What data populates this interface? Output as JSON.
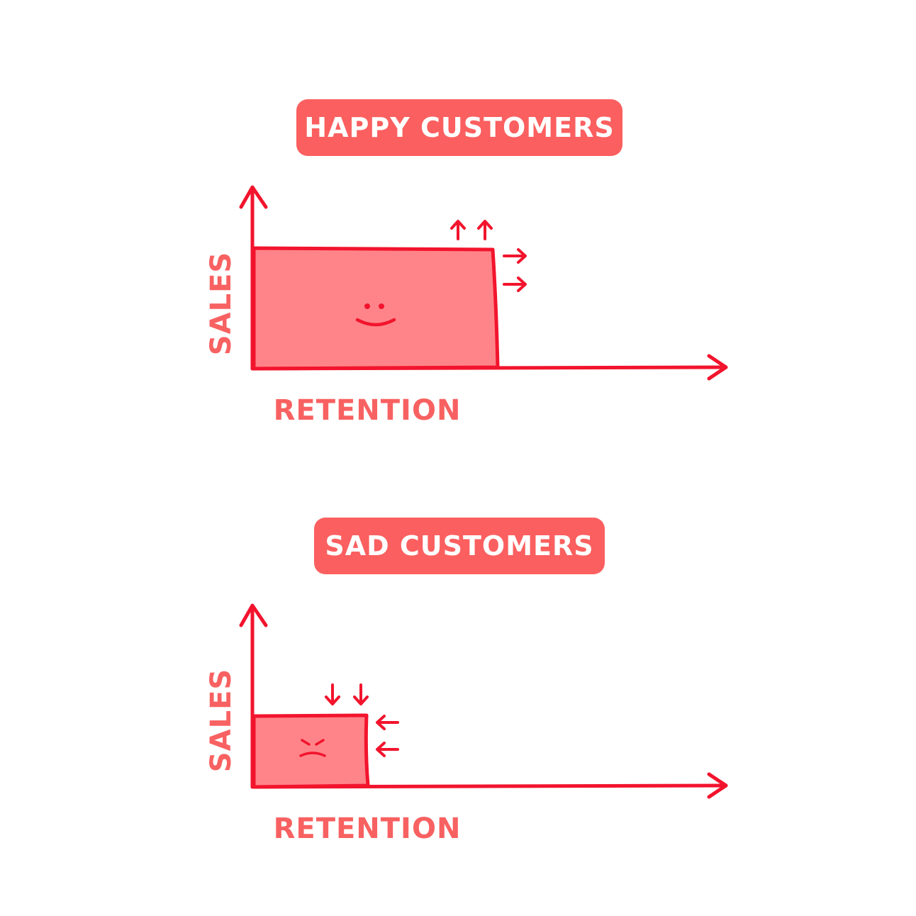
{
  "colors": {
    "badge_bg": "#fb5f5f",
    "badge_text": "#ffffff",
    "stroke": "#f2142d",
    "fill": "#ff8489",
    "label": "#f86161"
  },
  "panels": [
    {
      "title": "HAPPY CUSTOMERS",
      "y_label": "SALES",
      "x_label": "RETENTION",
      "mood": "happy",
      "retention_fraction": 0.5,
      "sales_fraction": 0.65,
      "arrow_direction": "outward"
    },
    {
      "title": "SAD CUSTOMERS",
      "y_label": "SALES",
      "x_label": "RETENTION",
      "mood": "sad",
      "retention_fraction": 0.24,
      "sales_fraction": 0.39,
      "arrow_direction": "inward"
    }
  ]
}
